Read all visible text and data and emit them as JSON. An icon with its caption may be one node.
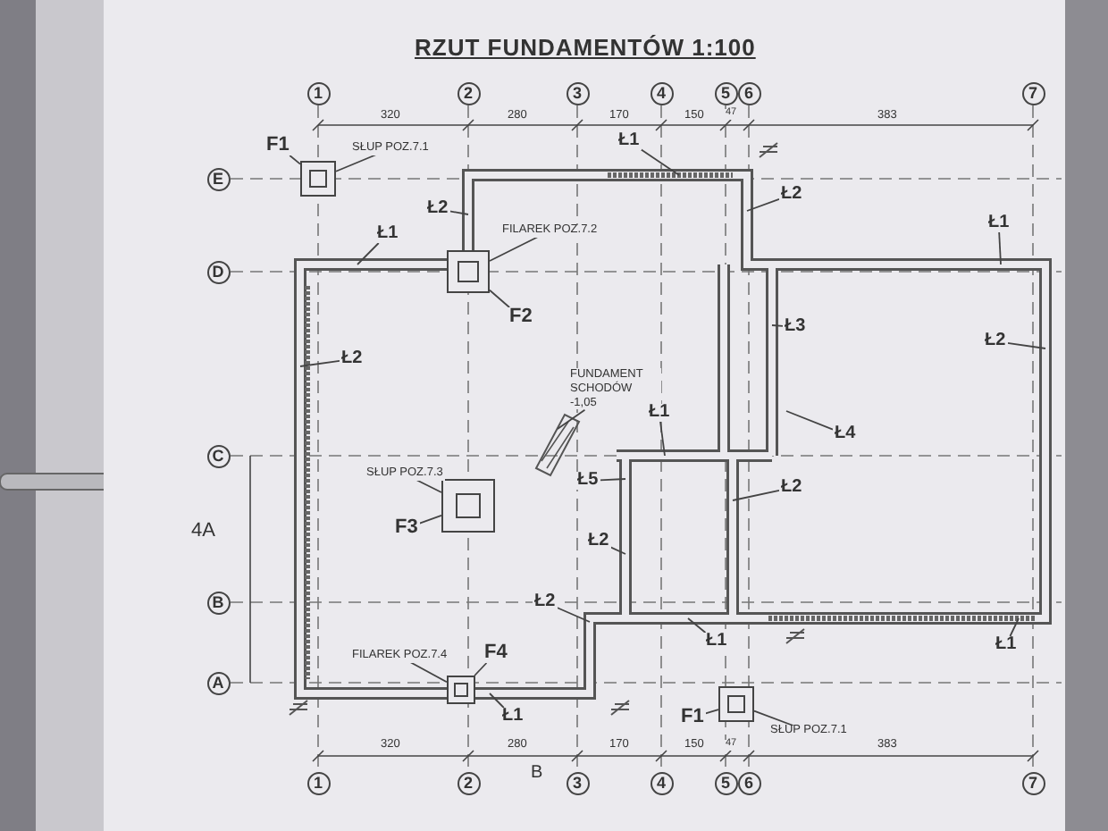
{
  "diagram": {
    "title": "RZUT FUNDAMENTÓW 1:100",
    "nodes": [
      {
        "text": [
          "1"
        ]
      },
      {
        "text": [
          "2"
        ]
      },
      {
        "text": [
          "3"
        ]
      },
      {
        "text": [
          "4"
        ]
      },
      {
        "text": [
          "5"
        ]
      },
      {
        "text": [
          "6"
        ]
      },
      {
        "text": [
          "7"
        ]
      },
      {
        "text": [
          "1"
        ]
      },
      {
        "text": [
          "2"
        ]
      },
      {
        "text": [
          "3"
        ]
      },
      {
        "text": [
          "4"
        ]
      },
      {
        "text": [
          "5"
        ]
      },
      {
        "text": [
          "6"
        ]
      },
      {
        "text": [
          "7"
        ]
      },
      {
        "text": [
          "E"
        ]
      },
      {
        "text": [
          "D"
        ]
      },
      {
        "text": [
          "C"
        ]
      },
      {
        "text": [
          "B"
        ]
      },
      {
        "text": [
          "A"
        ]
      },
      {
        "text": [],
        "shape": "box"
      },
      {
        "text": [],
        "shape": "box"
      },
      {
        "text": [],
        "shape": "box"
      },
      {
        "text": [],
        "shape": "box"
      },
      {
        "text": [],
        "shape": "box"
      },
      {
        "text": [
          "F1"
        ]
      },
      {
        "text": [
          "F2"
        ]
      },
      {
        "text": [
          "F3"
        ]
      },
      {
        "text": [
          "F4"
        ]
      },
      {
        "text": [
          "F1"
        ]
      },
      {
        "text": [
          "SŁUP POZ.7.1"
        ]
      },
      {
        "text": [
          "FILAREK POZ.7.2"
        ]
      },
      {
        "text": [
          "SŁUP POZ.7.3"
        ]
      },
      {
        "text": [
          "FILAREK POZ.7.4"
        ]
      },
      {
        "text": [
          "SŁUP POZ.7.1"
        ]
      },
      {
        "text": [
          "FUNDAMENT SCHODÓW -1,05"
        ]
      },
      {
        "text": [
          "Ł1"
        ]
      },
      {
        "text": [
          "Ł2"
        ]
      },
      {
        "text": [
          "Ł1"
        ]
      },
      {
        "text": [
          "Ł2"
        ]
      },
      {
        "text": [
          "Ł1"
        ]
      },
      {
        "text": [
          "Ł2"
        ]
      },
      {
        "text": [
          "Ł3"
        ]
      },
      {
        "text": [
          "Ł4"
        ]
      },
      {
        "text": [
          "Ł2"
        ]
      },
      {
        "text": [
          "Ł1"
        ]
      },
      {
        "text": [
          "Ł5"
        ]
      },
      {
        "text": [
          "Ł2"
        ]
      },
      {
        "text": [
          "Ł2"
        ]
      },
      {
        "text": [
          "Ł2"
        ]
      },
      {
        "text": [
          "Ł1"
        ]
      },
      {
        "text": [
          "Ł1"
        ]
      },
      {
        "text": [
          "Ł1"
        ]
      }
    ],
    "edges": [
      {
        "from": 24,
        "to": 19,
        "arrow": "none"
      },
      {
        "from": 25,
        "to": 20,
        "arrow": "none"
      },
      {
        "from": 26,
        "to": 21,
        "arrow": "none"
      },
      {
        "from": 27,
        "to": 22,
        "arrow": "none"
      },
      {
        "from": 28,
        "to": 23,
        "arrow": "none"
      },
      {
        "from": 29,
        "to": 19,
        "arrow": "none"
      },
      {
        "from": 30,
        "to": 20,
        "arrow": "none"
      },
      {
        "from": 31,
        "to": 21,
        "arrow": "none"
      },
      {
        "from": 32,
        "to": 22,
        "arrow": "none"
      },
      {
        "from": 33,
        "to": 23,
        "arrow": "none"
      },
      {
        "from": 34,
        "to": null,
        "arrow": "none"
      },
      {
        "from": 35,
        "to": null,
        "arrow": "none"
      },
      {
        "from": 36,
        "to": null,
        "arrow": "none"
      },
      {
        "from": 37,
        "to": null,
        "arrow": "none"
      },
      {
        "from": 38,
        "to": null,
        "arrow": "none"
      },
      {
        "from": 39,
        "to": null,
        "arrow": "none"
      },
      {
        "from": 40,
        "to": null,
        "arrow": "none"
      },
      {
        "from": 41,
        "to": null,
        "arrow": "none"
      },
      {
        "from": 42,
        "to": null,
        "arrow": "none"
      },
      {
        "from": 43,
        "to": null,
        "arrow": "none"
      },
      {
        "from": 44,
        "to": null,
        "arrow": "none"
      },
      {
        "from": 45,
        "to": null,
        "arrow": "none"
      },
      {
        "from": 46,
        "to": null,
        "arrow": "none"
      },
      {
        "from": 47,
        "to": null,
        "arrow": "none"
      },
      {
        "from": 48,
        "to": null,
        "arrow": "none"
      },
      {
        "from": 49,
        "to": null,
        "arrow": "none"
      },
      {
        "from": 50,
        "to": null,
        "arrow": "none"
      },
      {
        "from": 51,
        "to": null,
        "arrow": "none"
      }
    ],
    "labels": [
      "320",
      "280",
      "170",
      "150",
      "47",
      "383",
      "4A",
      "320",
      "280",
      "170",
      "150",
      "47",
      "383",
      "B"
    ]
  }
}
